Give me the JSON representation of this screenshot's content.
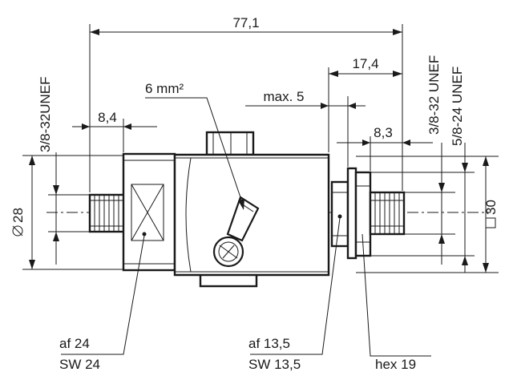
{
  "dimensions": {
    "overall_length": "77,1",
    "left_thread_offset": "8,4",
    "right_section_length": "17,4",
    "max_offset": "max. 5",
    "right_thread_offset": "8,3",
    "diameter": "28",
    "square": "30"
  },
  "labels": {
    "wire": "6 mm²",
    "left_thread": "3/8-32UNEF",
    "right_thread_inner": "3/8-32 UNEF",
    "right_thread_outer": "5/8-24 UNEF",
    "left_af": "af 24",
    "left_sw": "SW 24",
    "right_af": "af 13,5",
    "right_sw": "SW 13,5",
    "hex": "hex 19"
  }
}
